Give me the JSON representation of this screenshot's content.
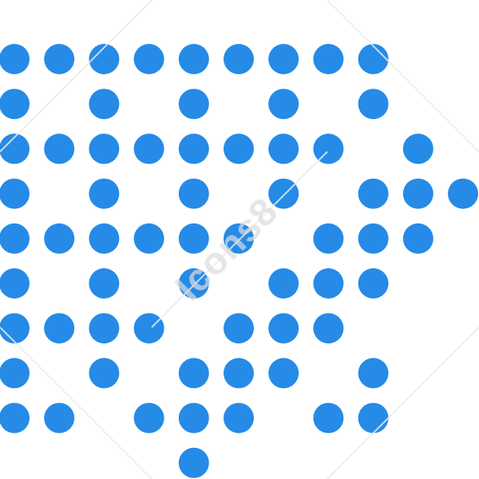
{
  "brand": {
    "dot_color": "#258BE7",
    "watermark_text": "Icons8",
    "watermark_color": "#DCDCDC"
  },
  "icon": {
    "name": "dotted-pattern-icon",
    "dots": [
      {
        "col": 0,
        "row": 0
      },
      {
        "col": 1,
        "row": 0
      },
      {
        "col": 2,
        "row": 0
      },
      {
        "col": 3,
        "row": 0
      },
      {
        "col": 4,
        "row": 0
      },
      {
        "col": 5,
        "row": 0
      },
      {
        "col": 6,
        "row": 0
      },
      {
        "col": 7,
        "row": 0
      },
      {
        "col": 8,
        "row": 0
      },
      {
        "col": 0,
        "row": 1
      },
      {
        "col": 2,
        "row": 1
      },
      {
        "col": 4,
        "row": 1
      },
      {
        "col": 6,
        "row": 1
      },
      {
        "col": 8,
        "row": 1
      },
      {
        "col": 0,
        "row": 2
      },
      {
        "col": 1,
        "row": 2
      },
      {
        "col": 2,
        "row": 2
      },
      {
        "col": 3,
        "row": 2
      },
      {
        "col": 4,
        "row": 2
      },
      {
        "col": 5,
        "row": 2
      },
      {
        "col": 6,
        "row": 2
      },
      {
        "col": 7,
        "row": 2
      },
      {
        "col": 9,
        "row": 2
      },
      {
        "col": 0,
        "row": 3
      },
      {
        "col": 2,
        "row": 3
      },
      {
        "col": 4,
        "row": 3
      },
      {
        "col": 6,
        "row": 3
      },
      {
        "col": 8,
        "row": 3
      },
      {
        "col": 9,
        "row": 3
      },
      {
        "col": 10,
        "row": 3
      },
      {
        "col": 0,
        "row": 4
      },
      {
        "col": 1,
        "row": 4
      },
      {
        "col": 2,
        "row": 4
      },
      {
        "col": 3,
        "row": 4
      },
      {
        "col": 4,
        "row": 4
      },
      {
        "col": 5,
        "row": 4
      },
      {
        "col": 7,
        "row": 4
      },
      {
        "col": 8,
        "row": 4
      },
      {
        "col": 9,
        "row": 4
      },
      {
        "col": 0,
        "row": 5
      },
      {
        "col": 2,
        "row": 5
      },
      {
        "col": 4,
        "row": 5
      },
      {
        "col": 6,
        "row": 5
      },
      {
        "col": 7,
        "row": 5
      },
      {
        "col": 8,
        "row": 5
      },
      {
        "col": 0,
        "row": 6
      },
      {
        "col": 1,
        "row": 6
      },
      {
        "col": 2,
        "row": 6
      },
      {
        "col": 3,
        "row": 6
      },
      {
        "col": 5,
        "row": 6
      },
      {
        "col": 6,
        "row": 6
      },
      {
        "col": 7,
        "row": 6
      },
      {
        "col": 0,
        "row": 7
      },
      {
        "col": 2,
        "row": 7
      },
      {
        "col": 4,
        "row": 7
      },
      {
        "col": 5,
        "row": 7
      },
      {
        "col": 6,
        "row": 7
      },
      {
        "col": 8,
        "row": 7
      },
      {
        "col": 0,
        "row": 8
      },
      {
        "col": 1,
        "row": 8
      },
      {
        "col": 3,
        "row": 8
      },
      {
        "col": 4,
        "row": 8
      },
      {
        "col": 5,
        "row": 8
      },
      {
        "col": 7,
        "row": 8
      },
      {
        "col": 8,
        "row": 8
      },
      {
        "col": 4,
        "row": 9
      }
    ]
  }
}
